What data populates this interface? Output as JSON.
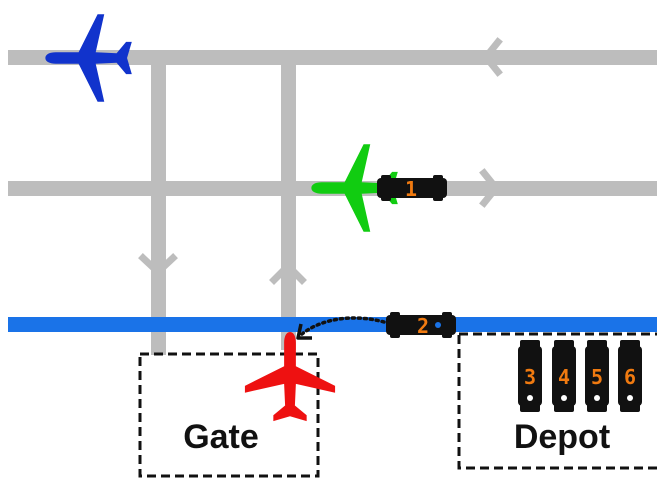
{
  "zones": {
    "gate_label": "Gate",
    "depot_label": "Depot"
  },
  "tugs": {
    "active": [
      {
        "number": "1",
        "status": "towing"
      },
      {
        "number": "2",
        "status": "moving"
      }
    ],
    "parked": [
      "3",
      "4",
      "5",
      "6"
    ]
  },
  "aircraft": [
    {
      "name": "blue-plane",
      "color": "#1133cc"
    },
    {
      "name": "green-plane",
      "color": "#11cc11"
    },
    {
      "name": "red-plane",
      "color": "#ee1111"
    }
  ],
  "colors": {
    "taxiway": "#bdbdbd",
    "service_road": "#1a73e8",
    "tug_body": "#111111",
    "tug_number": "#f07a10",
    "zone_border": "#111111"
  }
}
